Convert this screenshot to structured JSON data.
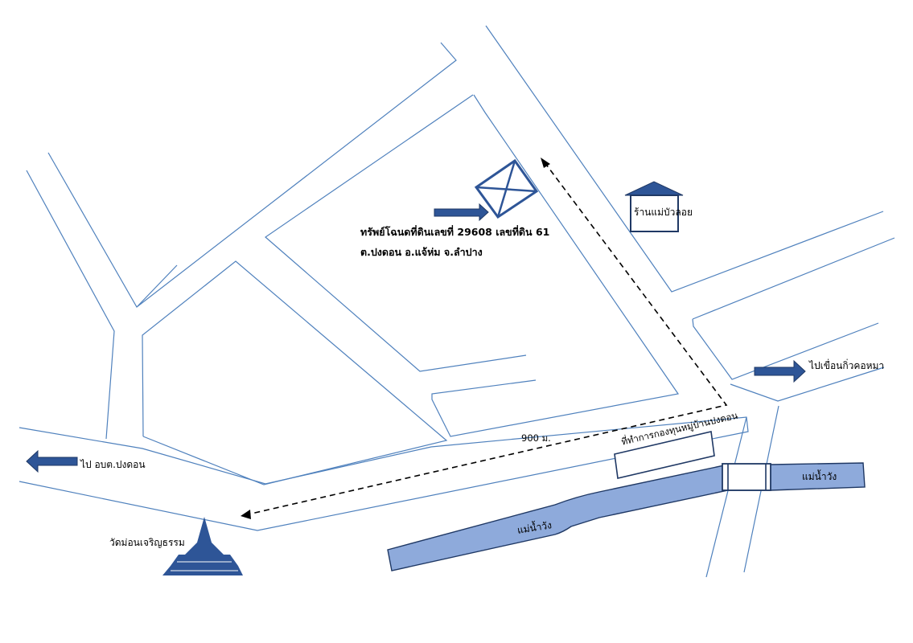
{
  "map": {
    "parcel_line1": "ทรัพย์โฉนดที่ดินเลขที่  29608  เลขที่ดิน 61",
    "parcel_line2": "ต.ปงดอน  อ.แจ้ห่ม  จ.ลำปาง",
    "shop_label": "ร้านแม่บัวลอย",
    "to_dam_label": "ไปเขื่อนกิ่วคอหมา",
    "to_sao_label": "ไป อบต.ปงดอน",
    "distance_label": "900  ม.",
    "fund_office_label": "ที่ทำการกองทุนหมู่บ้านปงดอน",
    "temple_label": "วัดม่อนเจริญธรรม",
    "river_label_main": "แม่น้ำวัง",
    "river_label_east": "แม่น้ำวัง"
  },
  "icons": {
    "target_marker": "boxed-x-icon",
    "pointer_arrow": "right-arrow-icon",
    "house": "house-icon",
    "temple": "pagoda-icon"
  },
  "colors": {
    "road": "#4f81bd",
    "river_fill": "#8eaadb",
    "icon_fill": "#2e5597",
    "route": "#000000"
  }
}
